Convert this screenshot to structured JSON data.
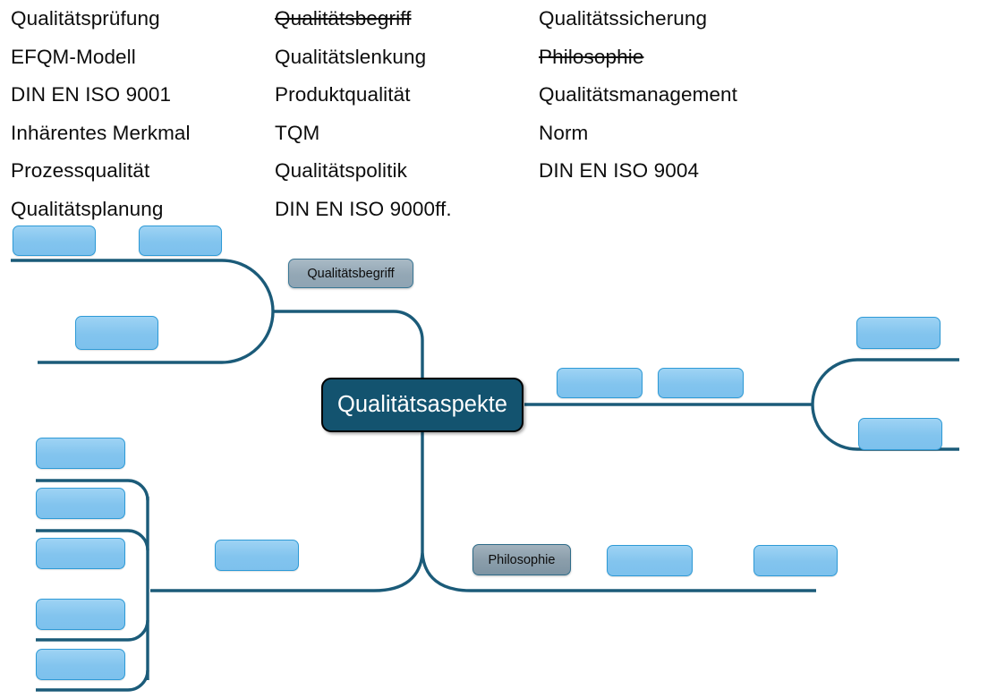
{
  "word_bank": {
    "columns": [
      {
        "words": [
          {
            "text": "Qualitätsprüfung",
            "struck": false
          },
          {
            "text": "EFQM-Modell",
            "struck": false
          },
          {
            "text": "DIN EN ISO 9001",
            "struck": false
          },
          {
            "text": "Inhärentes Merkmal",
            "struck": false
          },
          {
            "text": "Prozessqualität",
            "struck": false
          },
          {
            "text": "Qualitätsplanung",
            "struck": false
          }
        ]
      },
      {
        "words": [
          {
            "text": "Qualitätsbegriff",
            "struck": true
          },
          {
            "text": "Qualitätslenkung",
            "struck": false
          },
          {
            "text": "Produktqualität",
            "struck": false
          },
          {
            "text": "TQM",
            "struck": false
          },
          {
            "text": "Qualitätspolitik",
            "struck": false
          },
          {
            "text": "DIN EN ISO 9000ff.",
            "struck": false
          }
        ]
      },
      {
        "words": [
          {
            "text": "Qualitätssicherung",
            "struck": false
          },
          {
            "text": "Philosophie",
            "struck": true
          },
          {
            "text": "Qualitätsmanagement",
            "struck": false
          },
          {
            "text": "Norm",
            "struck": false
          },
          {
            "text": "DIN EN ISO 9004",
            "struck": false
          }
        ]
      }
    ]
  },
  "mindmap": {
    "center": {
      "label": "Qualitätsaspekte"
    },
    "filled_nodes": [
      {
        "label": "Qualitätsbegriff"
      },
      {
        "label": "Philosophie"
      }
    ],
    "blank_nodes_count": 16,
    "colors": {
      "branch_line": "#1b5b79",
      "center_fill": "#13536f",
      "center_text": "#ffffff",
      "blank_fill": "#82c4ee",
      "blank_border": "#2e9ad6",
      "gray_fill": "#93a7b5",
      "gray_border": "#3a7795"
    }
  }
}
